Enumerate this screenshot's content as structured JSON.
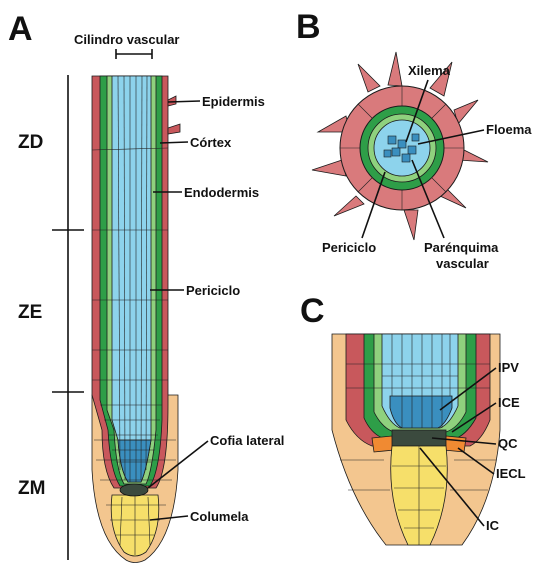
{
  "panels": [
    "A",
    "B",
    "C"
  ],
  "panel_a": {
    "top_label": "Cilindro vascular",
    "zones": [
      "ZD",
      "ZE",
      "ZM"
    ],
    "labels": [
      "Epidermis",
      "Córtex",
      "Endodermis",
      "Periciclo",
      "Cofia lateral",
      "Columela"
    ]
  },
  "panel_b": {
    "labels": [
      "Xilema",
      "Floema",
      "Periciclo",
      "Parénquima",
      "vascular"
    ]
  },
  "panel_c": {
    "labels": [
      "IPV",
      "ICE",
      "QC",
      "IECL",
      "IC"
    ]
  },
  "colors": {
    "epidermis": "#c8585c",
    "cortex_light": "#d97a7c",
    "endodermis": "#2e9e48",
    "pericycle": "#8fd17e",
    "vascular": "#8dd3ec",
    "vascular_dark": "#3a8fbf",
    "root_cap": "#f3c68f",
    "columella": "#f6df6a",
    "qc": "#3b4a3e",
    "orange": "#f08a32"
  }
}
